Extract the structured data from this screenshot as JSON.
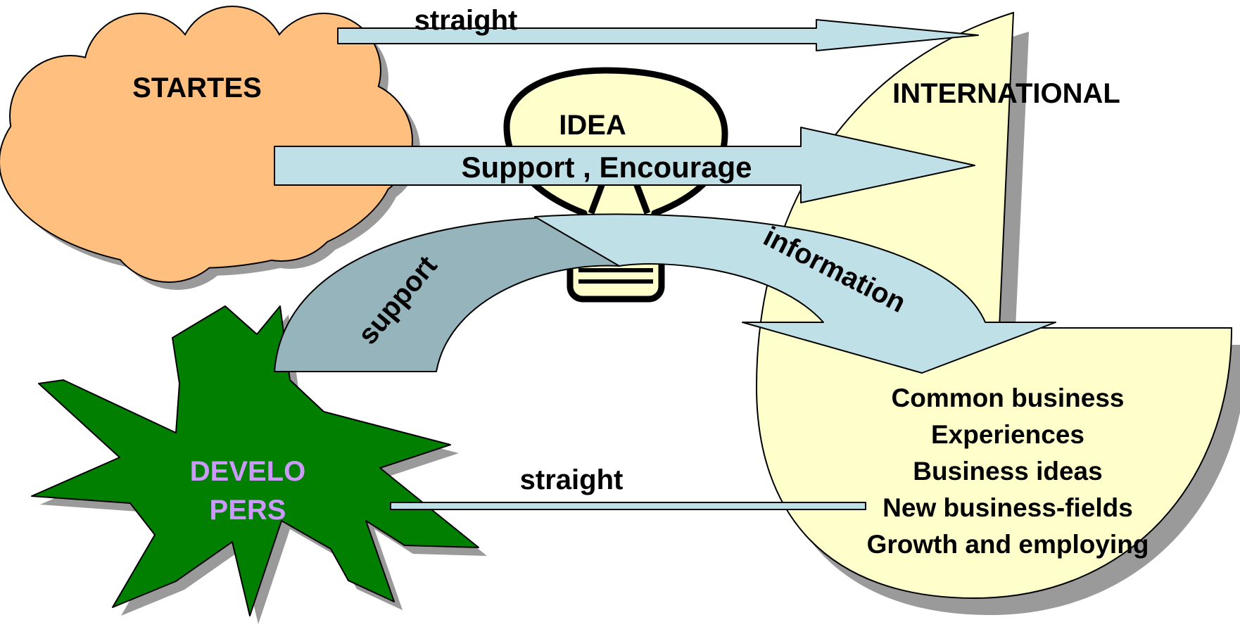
{
  "nodes": {
    "startes": "STARTES",
    "idea": "IDEA",
    "international": "INTERNATIONAL",
    "developers_line1": "DEVELO",
    "developers_line2": "PERS"
  },
  "arrows": {
    "top_straight": "straight",
    "support_encourage": "Support , Encourage",
    "support": "support",
    "information": "information",
    "bottom_straight": "straight"
  },
  "benefits": [
    "Common business",
    "Experiences",
    "Business ideas",
    "New business-fields",
    "Growth and employing"
  ],
  "colors": {
    "cloud": "#FFBF7F",
    "bulb": "#FFFFCC",
    "international": "#FFFFCC",
    "developers": "#007F00",
    "developers_text": "#CC99FF",
    "arrow_light": "#BFE0E6",
    "arrow_dark": "#96B4BC",
    "shadow": "#9A9A9A"
  }
}
